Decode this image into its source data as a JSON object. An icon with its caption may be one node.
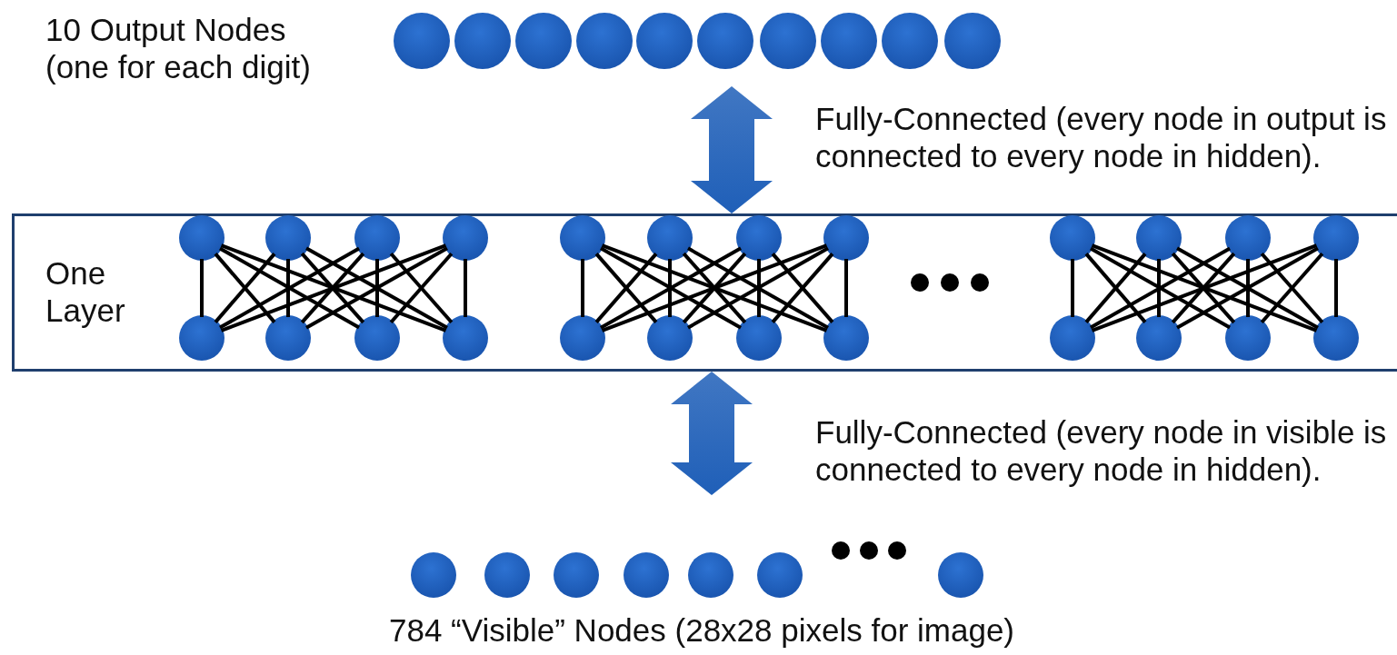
{
  "diagram": {
    "nodes": [
      {
        "text": [],
        "shape": "circle"
      },
      {
        "text": [],
        "shape": "circle"
      },
      {
        "text": [],
        "shape": "circle"
      },
      {
        "text": [],
        "shape": "circle"
      },
      {
        "text": [],
        "shape": "circle"
      },
      {
        "text": [],
        "shape": "circle"
      },
      {
        "text": [],
        "shape": "circle"
      },
      {
        "text": [],
        "shape": "circle"
      },
      {
        "text": [],
        "shape": "circle"
      },
      {
        "text": [],
        "shape": "circle"
      },
      {
        "text": [
          "One Layer"
        ]
      },
      {
        "text": [],
        "shape": "circle",
        "in": 10
      },
      {
        "text": [],
        "shape": "circle",
        "in": 10
      },
      {
        "text": [],
        "shape": "circle",
        "in": 10
      },
      {
        "text": [],
        "shape": "circle",
        "in": 10
      },
      {
        "text": [],
        "shape": "circle",
        "in": 10
      },
      {
        "text": [],
        "shape": "circle",
        "in": 10
      },
      {
        "text": [],
        "shape": "circle",
        "in": 10
      },
      {
        "text": [],
        "shape": "circle",
        "in": 10
      },
      {
        "text": [],
        "shape": "circle",
        "in": 10
      },
      {
        "text": [],
        "shape": "circle",
        "in": 10
      },
      {
        "text": [],
        "shape": "circle",
        "in": 10
      },
      {
        "text": [],
        "shape": "circle",
        "in": 10
      },
      {
        "text": [],
        "shape": "circle",
        "in": 10
      },
      {
        "text": [],
        "shape": "circle",
        "in": 10
      },
      {
        "text": [],
        "shape": "circle",
        "in": 10
      },
      {
        "text": [],
        "shape": "circle",
        "in": 10
      },
      {
        "text": [],
        "shape": "circle",
        "in": 10
      },
      {
        "text": [],
        "shape": "circle",
        "in": 10
      },
      {
        "text": [],
        "shape": "circle",
        "in": 10
      },
      {
        "text": [],
        "shape": "circle",
        "in": 10
      },
      {
        "text": [],
        "shape": "circle",
        "in": 10
      },
      {
        "text": [],
        "shape": "circle",
        "in": 10
      },
      {
        "text": [],
        "shape": "circle",
        "in": 10
      },
      {
        "text": [],
        "shape": "circle",
        "in": 10
      },
      {
        "text": [],
        "shape": "circle"
      },
      {
        "text": [],
        "shape": "circle"
      },
      {
        "text": [],
        "shape": "circle"
      },
      {
        "text": [],
        "shape": "circle"
      },
      {
        "text": [],
        "shape": "circle"
      },
      {
        "text": [],
        "shape": "circle"
      },
      {
        "text": [],
        "shape": "circle"
      }
    ],
    "edges": [
      {
        "from": 11,
        "to": 23,
        "arrow": "none"
      },
      {
        "from": 11,
        "to": 24,
        "arrow": "none"
      },
      {
        "from": 11,
        "to": 25,
        "arrow": "none"
      },
      {
        "from": 11,
        "to": 26,
        "arrow": "none"
      },
      {
        "from": 12,
        "to": 23,
        "arrow": "none"
      },
      {
        "from": 12,
        "to": 24,
        "arrow": "none"
      },
      {
        "from": 12,
        "to": 25,
        "arrow": "none"
      },
      {
        "from": 12,
        "to": 26,
        "arrow": "none"
      },
      {
        "from": 13,
        "to": 23,
        "arrow": "none"
      },
      {
        "from": 13,
        "to": 24,
        "arrow": "none"
      },
      {
        "from": 13,
        "to": 25,
        "arrow": "none"
      },
      {
        "from": 13,
        "to": 26,
        "arrow": "none"
      },
      {
        "from": 14,
        "to": 23,
        "arrow": "none"
      },
      {
        "from": 14,
        "to": 24,
        "arrow": "none"
      },
      {
        "from": 14,
        "to": 25,
        "arrow": "none"
      },
      {
        "from": 14,
        "to": 26,
        "arrow": "none"
      },
      {
        "from": 15,
        "to": 27,
        "arrow": "none"
      },
      {
        "from": 15,
        "to": 28,
        "arrow": "none"
      },
      {
        "from": 15,
        "to": 29,
        "arrow": "none"
      },
      {
        "from": 15,
        "to": 30,
        "arrow": "none"
      },
      {
        "from": 16,
        "to": 27,
        "arrow": "none"
      },
      {
        "from": 16,
        "to": 28,
        "arrow": "none"
      },
      {
        "from": 16,
        "to": 29,
        "arrow": "none"
      },
      {
        "from": 16,
        "to": 30,
        "arrow": "none"
      },
      {
        "from": 17,
        "to": 27,
        "arrow": "none"
      },
      {
        "from": 17,
        "to": 28,
        "arrow": "none"
      },
      {
        "from": 17,
        "to": 29,
        "arrow": "none"
      },
      {
        "from": 17,
        "to": 30,
        "arrow": "none"
      },
      {
        "from": 18,
        "to": 27,
        "arrow": "none"
      },
      {
        "from": 18,
        "to": 28,
        "arrow": "none"
      },
      {
        "from": 18,
        "to": 29,
        "arrow": "none"
      },
      {
        "from": 18,
        "to": 30,
        "arrow": "none"
      },
      {
        "from": 19,
        "to": 31,
        "arrow": "none"
      },
      {
        "from": 19,
        "to": 32,
        "arrow": "none"
      },
      {
        "from": 19,
        "to": 33,
        "arrow": "none"
      },
      {
        "from": 19,
        "to": 34,
        "arrow": "none"
      },
      {
        "from": 20,
        "to": 31,
        "arrow": "none"
      },
      {
        "from": 20,
        "to": 32,
        "arrow": "none"
      },
      {
        "from": 20,
        "to": 33,
        "arrow": "none"
      },
      {
        "from": 20,
        "to": 34,
        "arrow": "none"
      },
      {
        "from": 21,
        "to": 31,
        "arrow": "none"
      },
      {
        "from": 21,
        "to": 32,
        "arrow": "none"
      },
      {
        "from": 21,
        "to": 33,
        "arrow": "none"
      },
      {
        "from": 21,
        "to": 34,
        "arrow": "none"
      },
      {
        "from": 22,
        "to": 31,
        "arrow": "none"
      },
      {
        "from": 22,
        "to": 32,
        "arrow": "none"
      },
      {
        "from": 22,
        "to": 33,
        "arrow": "none"
      },
      {
        "from": 22,
        "to": 34,
        "arrow": "none"
      },
      {
        "from": null,
        "to": 10,
        "arrow": "both",
        "label": "Fully-Connected (every node in output is connected to every node in hidden).",
        "style": "thick",
        "color": "#1f5fb8"
      },
      {
        "from": 10,
        "to": null,
        "arrow": "both",
        "label": "Fully-Connected (every node in visible is connected to every node in hidden).",
        "style": "thick",
        "color": "#1f5fb8"
      }
    ],
    "labels": [
      "10 Output Nodes (one for each digit)",
      "784 “Visible” Nodes (28x28 pixels for image)"
    ]
  }
}
